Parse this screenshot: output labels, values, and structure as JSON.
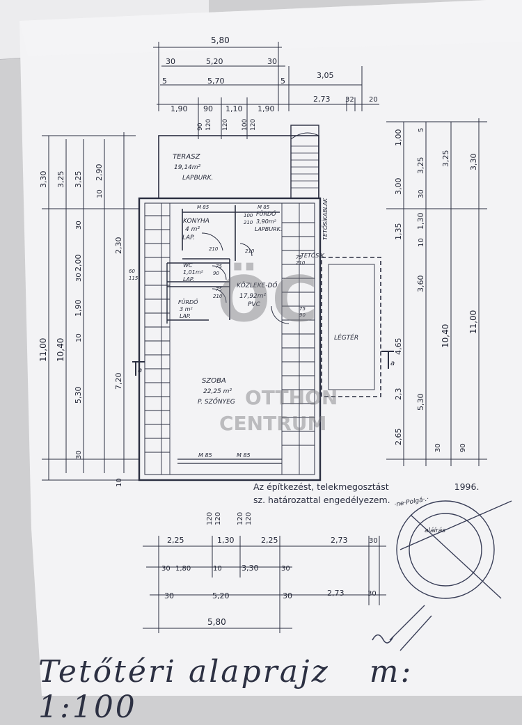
{
  "drawing": {
    "title": "Tetőtéri alaprajz",
    "scale": "m: 1:100",
    "approval_line1": "Az építkezést, telekmegosztást",
    "approval_line2": "sz. határozattal engedélyezem.",
    "approval_date": "1996.",
    "stamp_word": "aláírás",
    "watermark_top": "OTTHON",
    "watermark_bottom": "CENTRUM",
    "section_mark": "a"
  },
  "rooms": [
    {
      "id": "terasz",
      "name": "TERASZ",
      "area": "19,14m²",
      "floor": "LAPBURK."
    },
    {
      "id": "konyha",
      "name": "KONYHA",
      "area": "4 m²",
      "floor": "LAP."
    },
    {
      "id": "furdo",
      "name": "FÜRDŐ",
      "area": "3,90m²",
      "floor": "LAPBURK."
    },
    {
      "id": "wc",
      "name": "WC",
      "area": "1,01m²",
      "floor": "LAP."
    },
    {
      "id": "kozlekedo",
      "name": "KÖZLEKE-DŐ",
      "area": "17,92m²",
      "floor": "PVC"
    },
    {
      "id": "furdo2",
      "name": "FÜRDŐ",
      "area": "3 m²",
      "floor": "LAP."
    },
    {
      "id": "legter",
      "name": "LÉGTÉR",
      "area": "",
      "floor": ""
    },
    {
      "id": "szoba",
      "name": "SZOBA",
      "area": "22,25 m²",
      "floor": "P. SZŐNYEG"
    },
    {
      "id": "tetosik",
      "name": "TETŐSÍKABLAK",
      "area": "",
      "floor": ""
    },
    {
      "id": "tetosik2",
      "name": "TETŐSÍK",
      "area": "",
      "floor": ""
    }
  ],
  "dims_top": {
    "row1": [
      "5,80"
    ],
    "row2": [
      "30",
      "5,20",
      "30"
    ],
    "row3": [
      "5",
      "5,70",
      "5",
      "3,05"
    ],
    "row4": [
      "1,90",
      "90",
      "1,10",
      "1,90",
      "2,73",
      "32",
      "20"
    ],
    "vert": [
      "90",
      "120",
      "120",
      "100",
      "120"
    ]
  },
  "dims_bottom": {
    "row1": [
      "2,25",
      "1,30",
      "2,25",
      "2,73",
      "30"
    ],
    "row2": [
      "30",
      "1,80",
      "10",
      "3,30",
      "30"
    ],
    "row3": [
      "30",
      "5,20",
      "30",
      "2,73",
      "30"
    ],
    "row4": [
      "5,80"
    ],
    "vert": [
      "120",
      "120",
      "120",
      "120"
    ]
  },
  "dims_left": {
    "outer": [
      "3,30",
      "11,00"
    ],
    "col2": [
      "3,25",
      "10,40"
    ],
    "col3": [
      "3,25",
      "30",
      "2,00",
      "30",
      "1,90",
      "10",
      "5,30",
      "30"
    ],
    "col4": [
      "2,90",
      "10",
      "2,30",
      "7,20",
      "10"
    ]
  },
  "dims_right": {
    "col1": [
      "1,00",
      "3,00",
      "1,35",
      "4,65",
      "2,3",
      "2,65"
    ],
    "col2": [
      "5",
      "3,25",
      "30",
      "1,30",
      "10",
      "3,60",
      "5,30",
      "30"
    ],
    "col3": [
      "3,25",
      "10,40",
      "90"
    ],
    "col4": [
      "3,30",
      "11,00"
    ]
  },
  "windows": [
    "M 85",
    "M 85",
    "M 85",
    "M 85"
  ],
  "door_marks": [
    "75",
    "90",
    "75",
    "210",
    "75",
    "210",
    "75",
    "90",
    "210",
    "210",
    "100",
    "210",
    "60",
    "115"
  ]
}
